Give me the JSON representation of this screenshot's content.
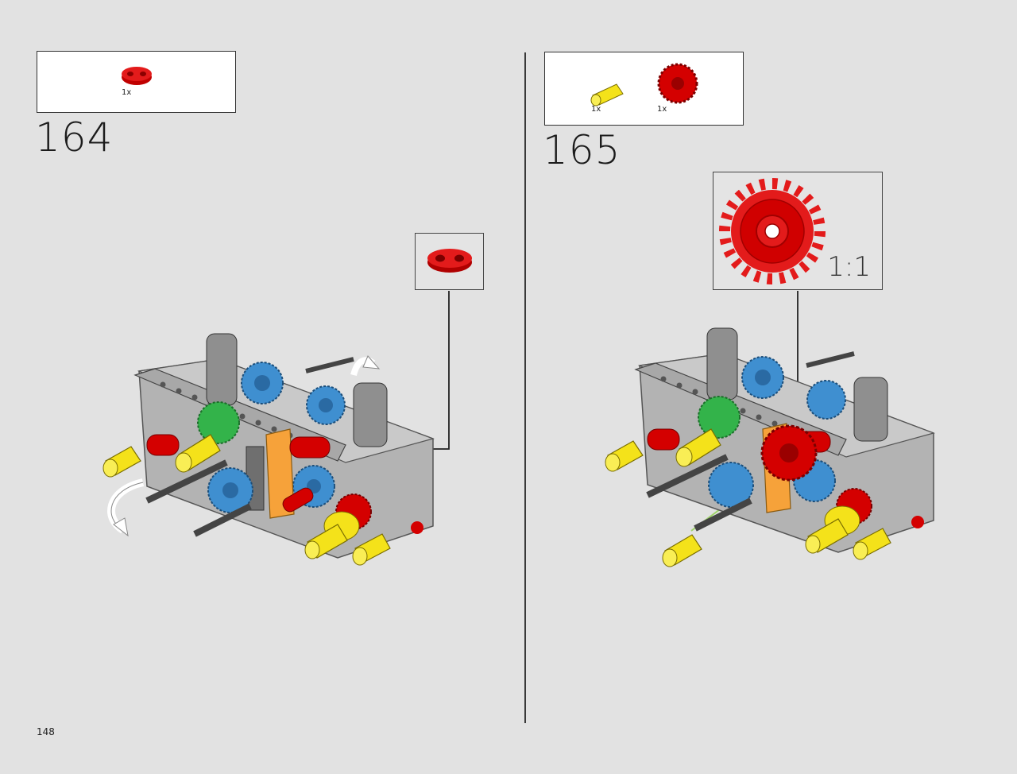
{
  "page": {
    "number": "148"
  },
  "steps": [
    {
      "number": "164",
      "parts": [
        {
          "qty": "1x",
          "name": "red-2-hole-connector"
        }
      ]
    },
    {
      "number": "165",
      "parts": [
        {
          "qty": "1x",
          "name": "yellow-axle-connector"
        },
        {
          "qty": "1x",
          "name": "red-24-tooth-gear"
        }
      ],
      "callout": {
        "scale": "1:1",
        "part": "red-24-tooth-gear"
      }
    }
  ],
  "colors": {
    "background": "#e2e2e2",
    "lego_red": "#d40000",
    "lego_yellow": "#f4e21a",
    "lego_blue": "#3f8fd0",
    "lego_green": "#33b34a",
    "lego_orange": "#f6a23a",
    "lego_grey": "#a9a9a9",
    "lego_dark_grey": "#5a5a5a"
  }
}
